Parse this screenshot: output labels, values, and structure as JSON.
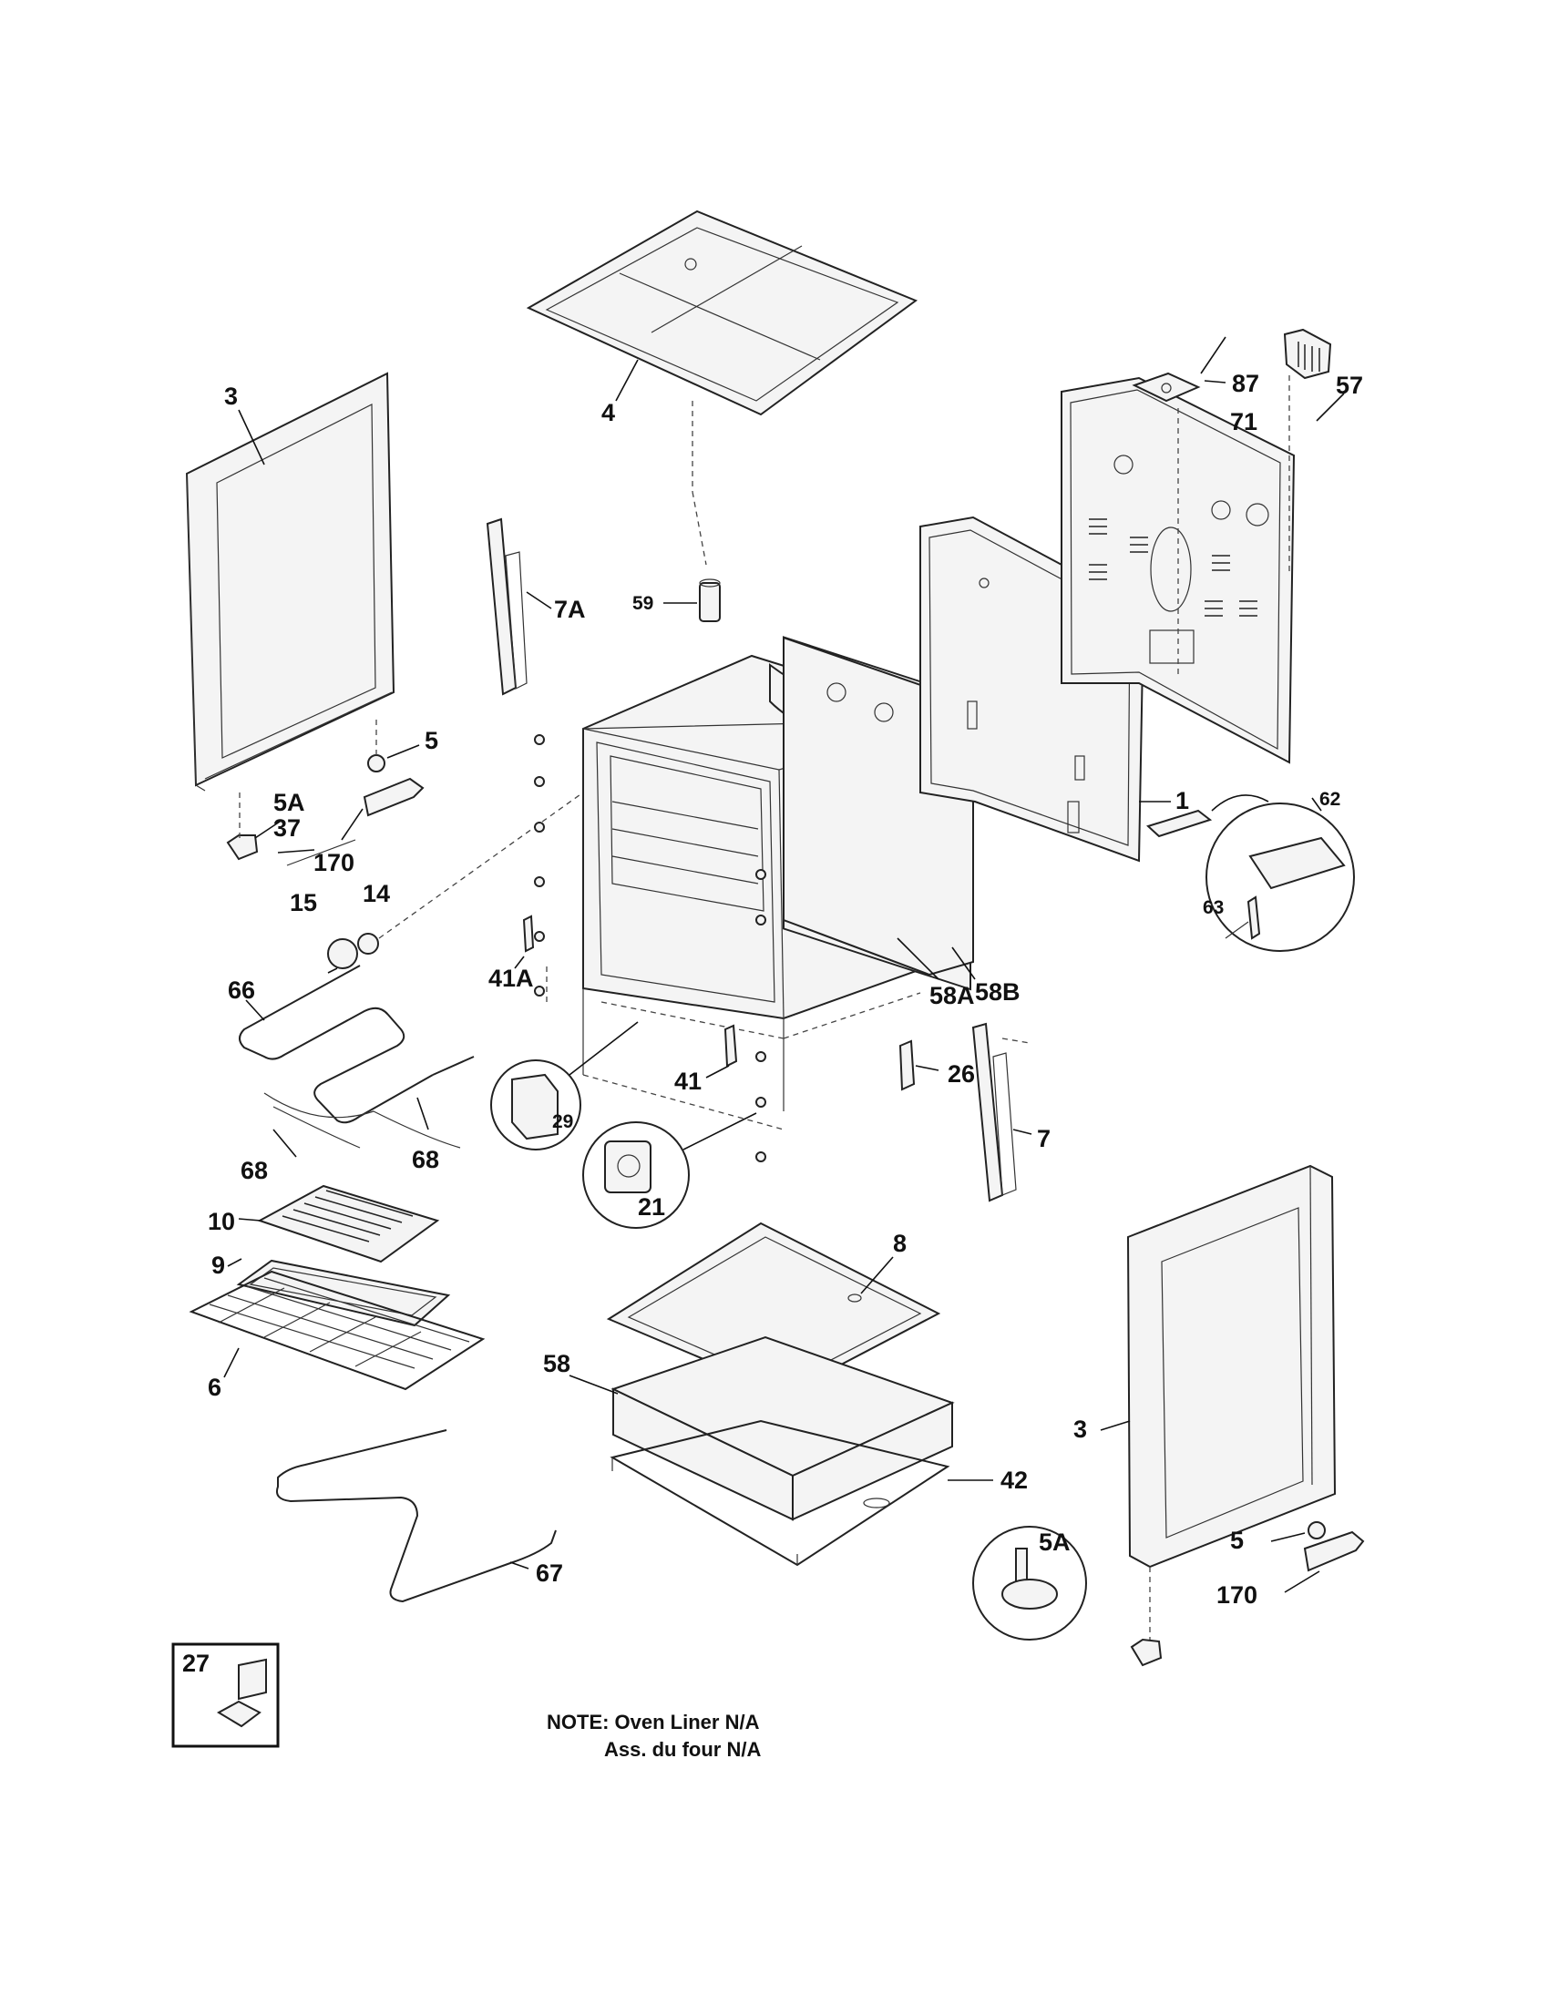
{
  "labels": {
    "p3_left": "3",
    "p4": "4",
    "p87": "87",
    "p57": "57",
    "p71": "71",
    "p7a": "7A",
    "p59": "59",
    "p5_left": "5",
    "p5a_left": "5A",
    "p37": "37",
    "p170_left": "170",
    "p14": "14",
    "p15": "15",
    "p1": "1",
    "p62": "62",
    "p63": "63",
    "p41a": "41A",
    "p58a": "58A",
    "p58b": "58B",
    "p66": "66",
    "p29": "29",
    "p41": "41",
    "p26": "26",
    "p68_left": "68",
    "p68_right": "68",
    "p21": "21",
    "p7": "7",
    "p10": "10",
    "p9": "9",
    "p8": "8",
    "p58": "58",
    "p6": "6",
    "p3_right": "3",
    "p42": "42",
    "p5a_right": "5A",
    "p5_right": "5",
    "p67": "67",
    "p170_right": "170",
    "p27": "27"
  },
  "note": {
    "line1": "NOTE: Oven Liner N/A",
    "line2": "Ass. du four N/A"
  }
}
